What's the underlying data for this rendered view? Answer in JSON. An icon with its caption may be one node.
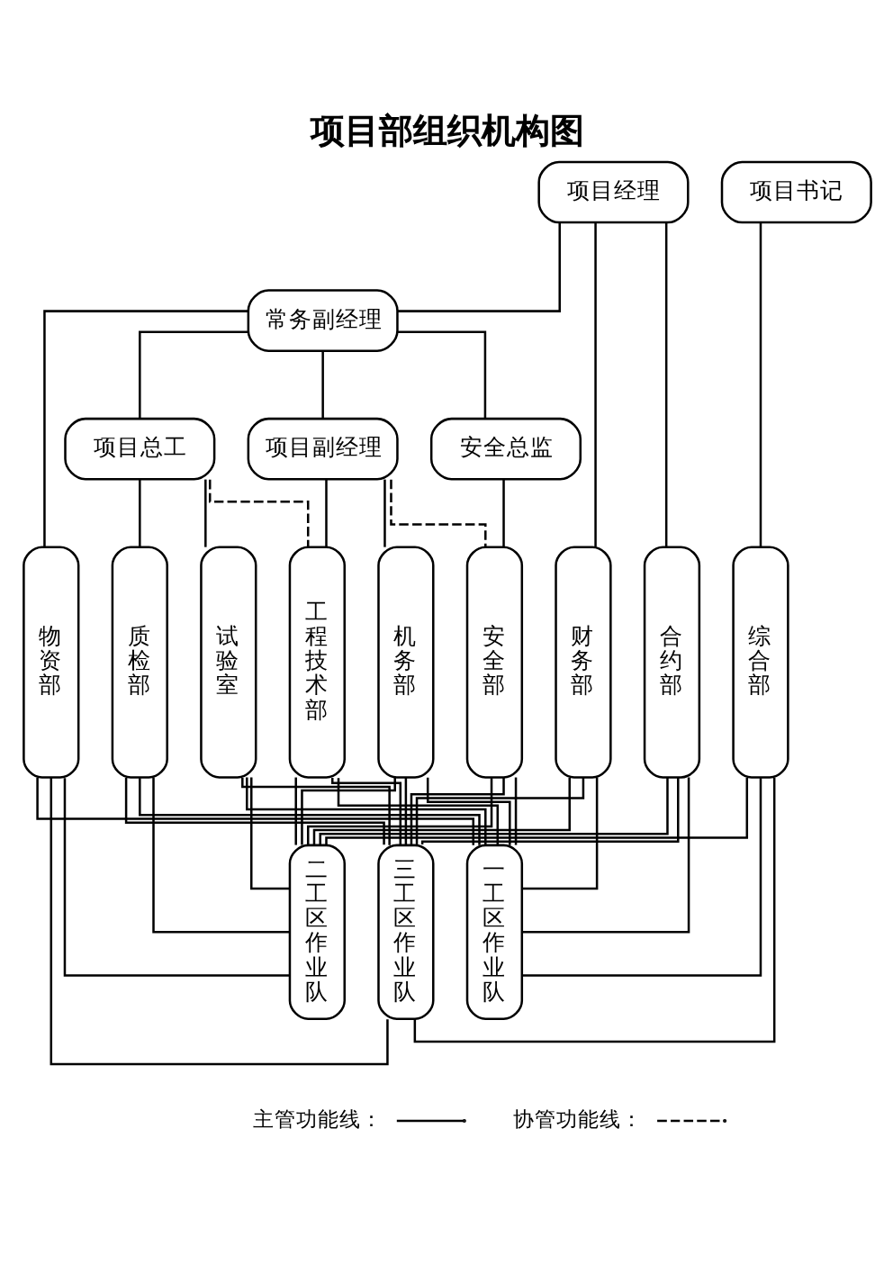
{
  "diagram": {
    "title": "项目部组织机构图",
    "nodes": [
      {
        "text": [
          "项目经理"
        ]
      },
      {
        "text": [
          "项目书记"
        ]
      },
      {
        "text": [
          "常务副经理"
        ]
      },
      {
        "text": [
          "项目总工"
        ]
      },
      {
        "text": [
          "项目副经理"
        ]
      },
      {
        "text": [
          "安全总监"
        ]
      },
      {
        "text": [
          "财务部"
        ]
      },
      {
        "text": [
          "合约部"
        ]
      },
      {
        "text": [
          "物资部"
        ]
      },
      {
        "text": [
          "试验室"
        ]
      },
      {
        "text": [
          "质检部"
        ]
      },
      {
        "text": [
          "工程技术部"
        ]
      },
      {
        "text": [
          "机务部"
        ]
      },
      {
        "text": [
          "安全部"
        ]
      },
      {
        "text": [
          "综合部"
        ]
      },
      {
        "text": [
          "一工区作业队"
        ]
      },
      {
        "text": [
          "二工区作业队"
        ]
      },
      {
        "text": [
          "三工区作业队"
        ]
      }
    ],
    "edges": [
      {
        "from": 0,
        "to": 6,
        "arrow": "none"
      },
      {
        "from": 0,
        "to": 7,
        "arrow": "none"
      },
      {
        "from": 0,
        "to": 2,
        "arrow": "none"
      },
      {
        "from": 1,
        "to": 14,
        "arrow": "none"
      },
      {
        "from": 2,
        "to": 8,
        "arrow": "none"
      },
      {
        "from": 2,
        "to": 3,
        "arrow": "none"
      },
      {
        "from": 2,
        "to": 4,
        "arrow": "none"
      },
      {
        "from": 2,
        "to": 5,
        "arrow": "none"
      },
      {
        "from": 3,
        "to": 9,
        "arrow": "none"
      },
      {
        "from": 3,
        "to": 10,
        "arrow": "none"
      },
      {
        "from": 3,
        "to": 11,
        "arrow": "none",
        "style": "dashed"
      },
      {
        "from": 4,
        "to": 11,
        "arrow": "none"
      },
      {
        "from": 4,
        "to": 12,
        "arrow": "none"
      },
      {
        "from": 4,
        "to": 13,
        "arrow": "none",
        "style": "dashed"
      },
      {
        "from": 5,
        "to": 13,
        "arrow": "none"
      },
      {
        "from": 6,
        "to": 15,
        "arrow": "none"
      },
      {
        "from": 6,
        "to": 16,
        "arrow": "none"
      },
      {
        "from": 6,
        "to": 17,
        "arrow": "none"
      },
      {
        "from": 7,
        "to": 15,
        "arrow": "none"
      },
      {
        "from": 7,
        "to": 16,
        "arrow": "none"
      },
      {
        "from": 7,
        "to": 17,
        "arrow": "none"
      },
      {
        "from": 8,
        "to": 15,
        "arrow": "none"
      },
      {
        "from": 8,
        "to": 16,
        "arrow": "none"
      },
      {
        "from": 8,
        "to": 17,
        "arrow": "none"
      },
      {
        "from": 9,
        "to": 15,
        "arrow": "none"
      },
      {
        "from": 9,
        "to": 16,
        "arrow": "none"
      },
      {
        "from": 9,
        "to": 17,
        "arrow": "none"
      },
      {
        "from": 10,
        "to": 15,
        "arrow": "none"
      },
      {
        "from": 10,
        "to": 16,
        "arrow": "none"
      },
      {
        "from": 10,
        "to": 17,
        "arrow": "none"
      },
      {
        "from": 11,
        "to": 15,
        "arrow": "none"
      },
      {
        "from": 11,
        "to": 16,
        "arrow": "none"
      },
      {
        "from": 11,
        "to": 17,
        "arrow": "none"
      },
      {
        "from": 12,
        "to": 15,
        "arrow": "none"
      },
      {
        "from": 12,
        "to": 16,
        "arrow": "none"
      },
      {
        "from": 12,
        "to": 17,
        "arrow": "none"
      },
      {
        "from": 13,
        "to": 15,
        "arrow": "none"
      },
      {
        "from": 13,
        "to": 16,
        "arrow": "none"
      },
      {
        "from": 13,
        "to": 17,
        "arrow": "none"
      },
      {
        "from": 14,
        "to": 15,
        "arrow": "none"
      },
      {
        "from": 14,
        "to": 16,
        "arrow": "none"
      },
      {
        "from": 14,
        "to": 17,
        "arrow": "none"
      }
    ],
    "legend": [
      {
        "text": "主管功能线："
      },
      {
        "text": "协管功能线："
      }
    ]
  }
}
